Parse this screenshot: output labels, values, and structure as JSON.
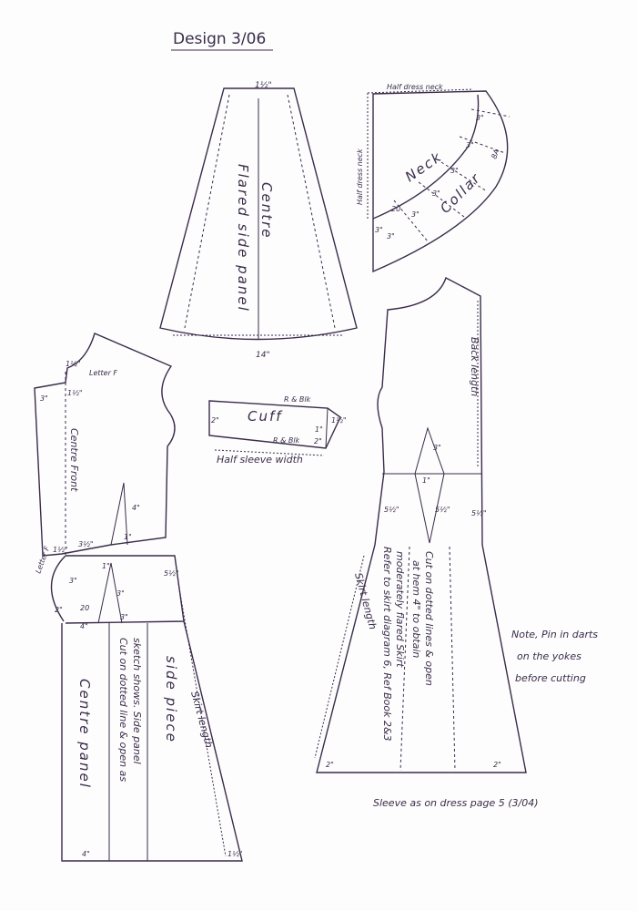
{
  "title": "Design 3/06",
  "pieces": {
    "flared_side_panel": {
      "label_line1": "Centre",
      "label_line2": "Flared side panel",
      "top_width": "1½\"",
      "hem_width": "14\""
    },
    "neck_collar": {
      "word1": "Neck",
      "word2": "Collar",
      "top_edge": "Half dress neck",
      "left_edge": "Half dress neck",
      "corner_mark": "8A",
      "width_marks": [
        "3\"",
        "3\"",
        "3\"",
        "3\"",
        "3\"",
        "3\""
      ],
      "left_mark": "3\"",
      "notch": "20"
    },
    "front_bodice": {
      "label": "Centre Front",
      "letter_f_top": "Letter F",
      "letter_f_bottom": "Letter F",
      "shoulder_mark": "1½\"",
      "neck_mark": "1½\"",
      "left_mark": "3\"",
      "dart_width": "4\"",
      "dart_point": "1\"",
      "waist_left": "1½\"",
      "waist_right": "3½\""
    },
    "cuff": {
      "label": "Cuff",
      "top_note": "R & Blk",
      "bottom_note": "R & Blk",
      "width_mark": "2\"",
      "end_mark_top": "1½\"",
      "end_mark_mid": "1\"",
      "end_mark_low": "2\"",
      "bottom_label": "Half sleeve width"
    },
    "back": {
      "label": "Back length",
      "dart_mark": "3\"",
      "dart_inner": "1\"",
      "waist_left": "5½\"",
      "waist_right": "5½\"",
      "skirt_label": "Skirt length",
      "note1": "Cut on dotted lines & open",
      "note2": "at hem 4\" to obtain",
      "note3": "moderately flared Skirt",
      "note4": "Refer to skirt diagram 6, Ref Book 2&3",
      "hem_left": "2\"",
      "hem_right": "2\""
    },
    "front_skirt": {
      "centre_panel": "Centre panel",
      "side_piece": "side piece",
      "cut_note1": "Cut on dotted line & open as",
      "cut_note2": "sketch shows. Side panel",
      "skirt_length": "Skirt length",
      "yoke_mark1": "1\"",
      "yoke_mark2": "3\"",
      "yoke_mark3": "3\"",
      "yoke_mark4": "5½\"",
      "yoke_left": "3\"",
      "corner_20": "20",
      "corner_2": "2\"",
      "hem_left": "4\"",
      "side_4": "4\"",
      "hem_right": "1½\""
    }
  },
  "notes": {
    "pin_darts_1": "Note, Pin in darts",
    "pin_darts_2": "on the yokes",
    "pin_darts_3": "before cutting",
    "sleeve": "Sleeve as on dress page 5 (3/04)"
  }
}
